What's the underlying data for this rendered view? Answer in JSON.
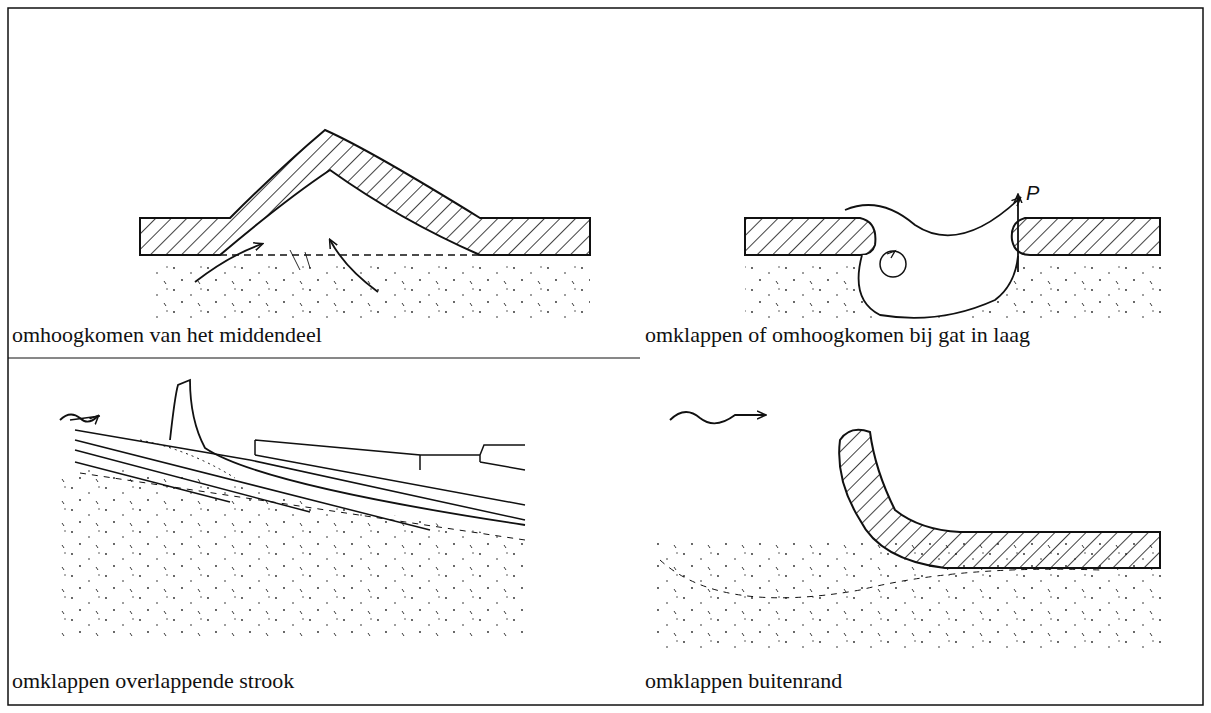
{
  "diagram": {
    "labels": [
      "omhoogkomen van het middendeel",
      "omklappen of omhoogkomen bij gat in laag",
      "P",
      "omklappen overlappende strook",
      "omklappen buitenrand"
    ]
  }
}
